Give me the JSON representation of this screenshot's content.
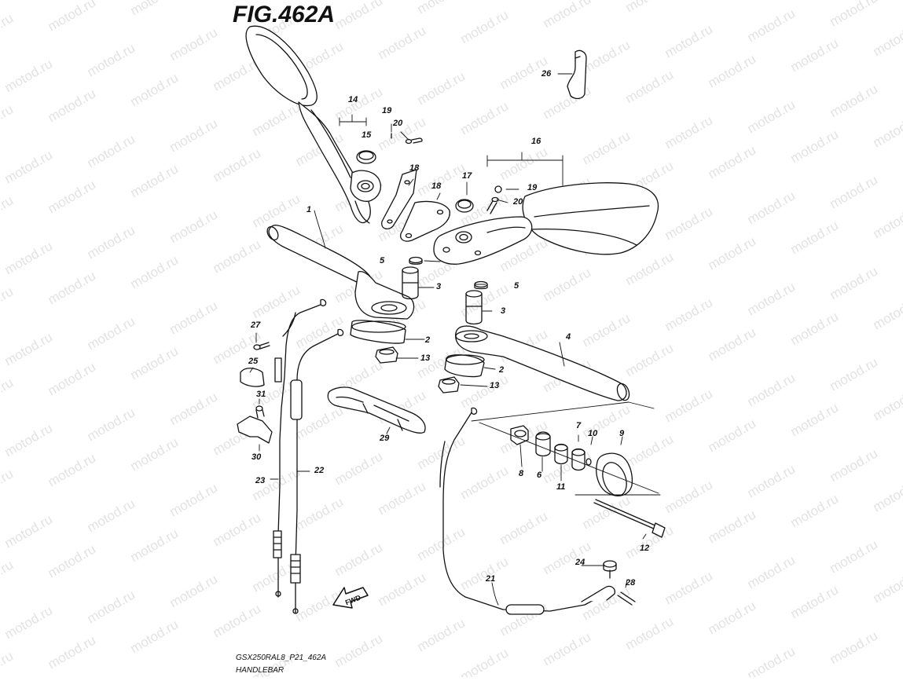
{
  "title": "FIG.462A",
  "footer": {
    "code": "GSX250RAL8_P21_462A",
    "name": "HANDLEBAR"
  },
  "watermark": "motod.ru",
  "direction_arrow": "FWD",
  "callouts": [
    {
      "id": "1",
      "label": "1"
    },
    {
      "id": "2a",
      "label": "2"
    },
    {
      "id": "2b",
      "label": "2"
    },
    {
      "id": "3a",
      "label": "3"
    },
    {
      "id": "3b",
      "label": "3"
    },
    {
      "id": "4",
      "label": "4"
    },
    {
      "id": "5a",
      "label": "5"
    },
    {
      "id": "5b",
      "label": "5"
    },
    {
      "id": "6",
      "label": "6"
    },
    {
      "id": "7",
      "label": "7"
    },
    {
      "id": "8",
      "label": "8"
    },
    {
      "id": "9",
      "label": "9"
    },
    {
      "id": "10",
      "label": "10"
    },
    {
      "id": "11",
      "label": "11"
    },
    {
      "id": "12",
      "label": "12"
    },
    {
      "id": "13a",
      "label": "13"
    },
    {
      "id": "13b",
      "label": "13"
    },
    {
      "id": "14",
      "label": "14"
    },
    {
      "id": "15",
      "label": "15"
    },
    {
      "id": "16",
      "label": "16"
    },
    {
      "id": "17",
      "label": "17"
    },
    {
      "id": "18a",
      "label": "18"
    },
    {
      "id": "18b",
      "label": "18"
    },
    {
      "id": "19a",
      "label": "19"
    },
    {
      "id": "19b",
      "label": "19"
    },
    {
      "id": "20a",
      "label": "20"
    },
    {
      "id": "20b",
      "label": "20"
    },
    {
      "id": "21",
      "label": "21"
    },
    {
      "id": "22",
      "label": "22"
    },
    {
      "id": "23",
      "label": "23"
    },
    {
      "id": "24",
      "label": "24"
    },
    {
      "id": "25",
      "label": "25"
    },
    {
      "id": "26",
      "label": "26"
    },
    {
      "id": "27",
      "label": "27"
    },
    {
      "id": "28",
      "label": "28"
    },
    {
      "id": "29",
      "label": "29"
    },
    {
      "id": "30",
      "label": "30"
    },
    {
      "id": "31",
      "label": "31"
    }
  ]
}
